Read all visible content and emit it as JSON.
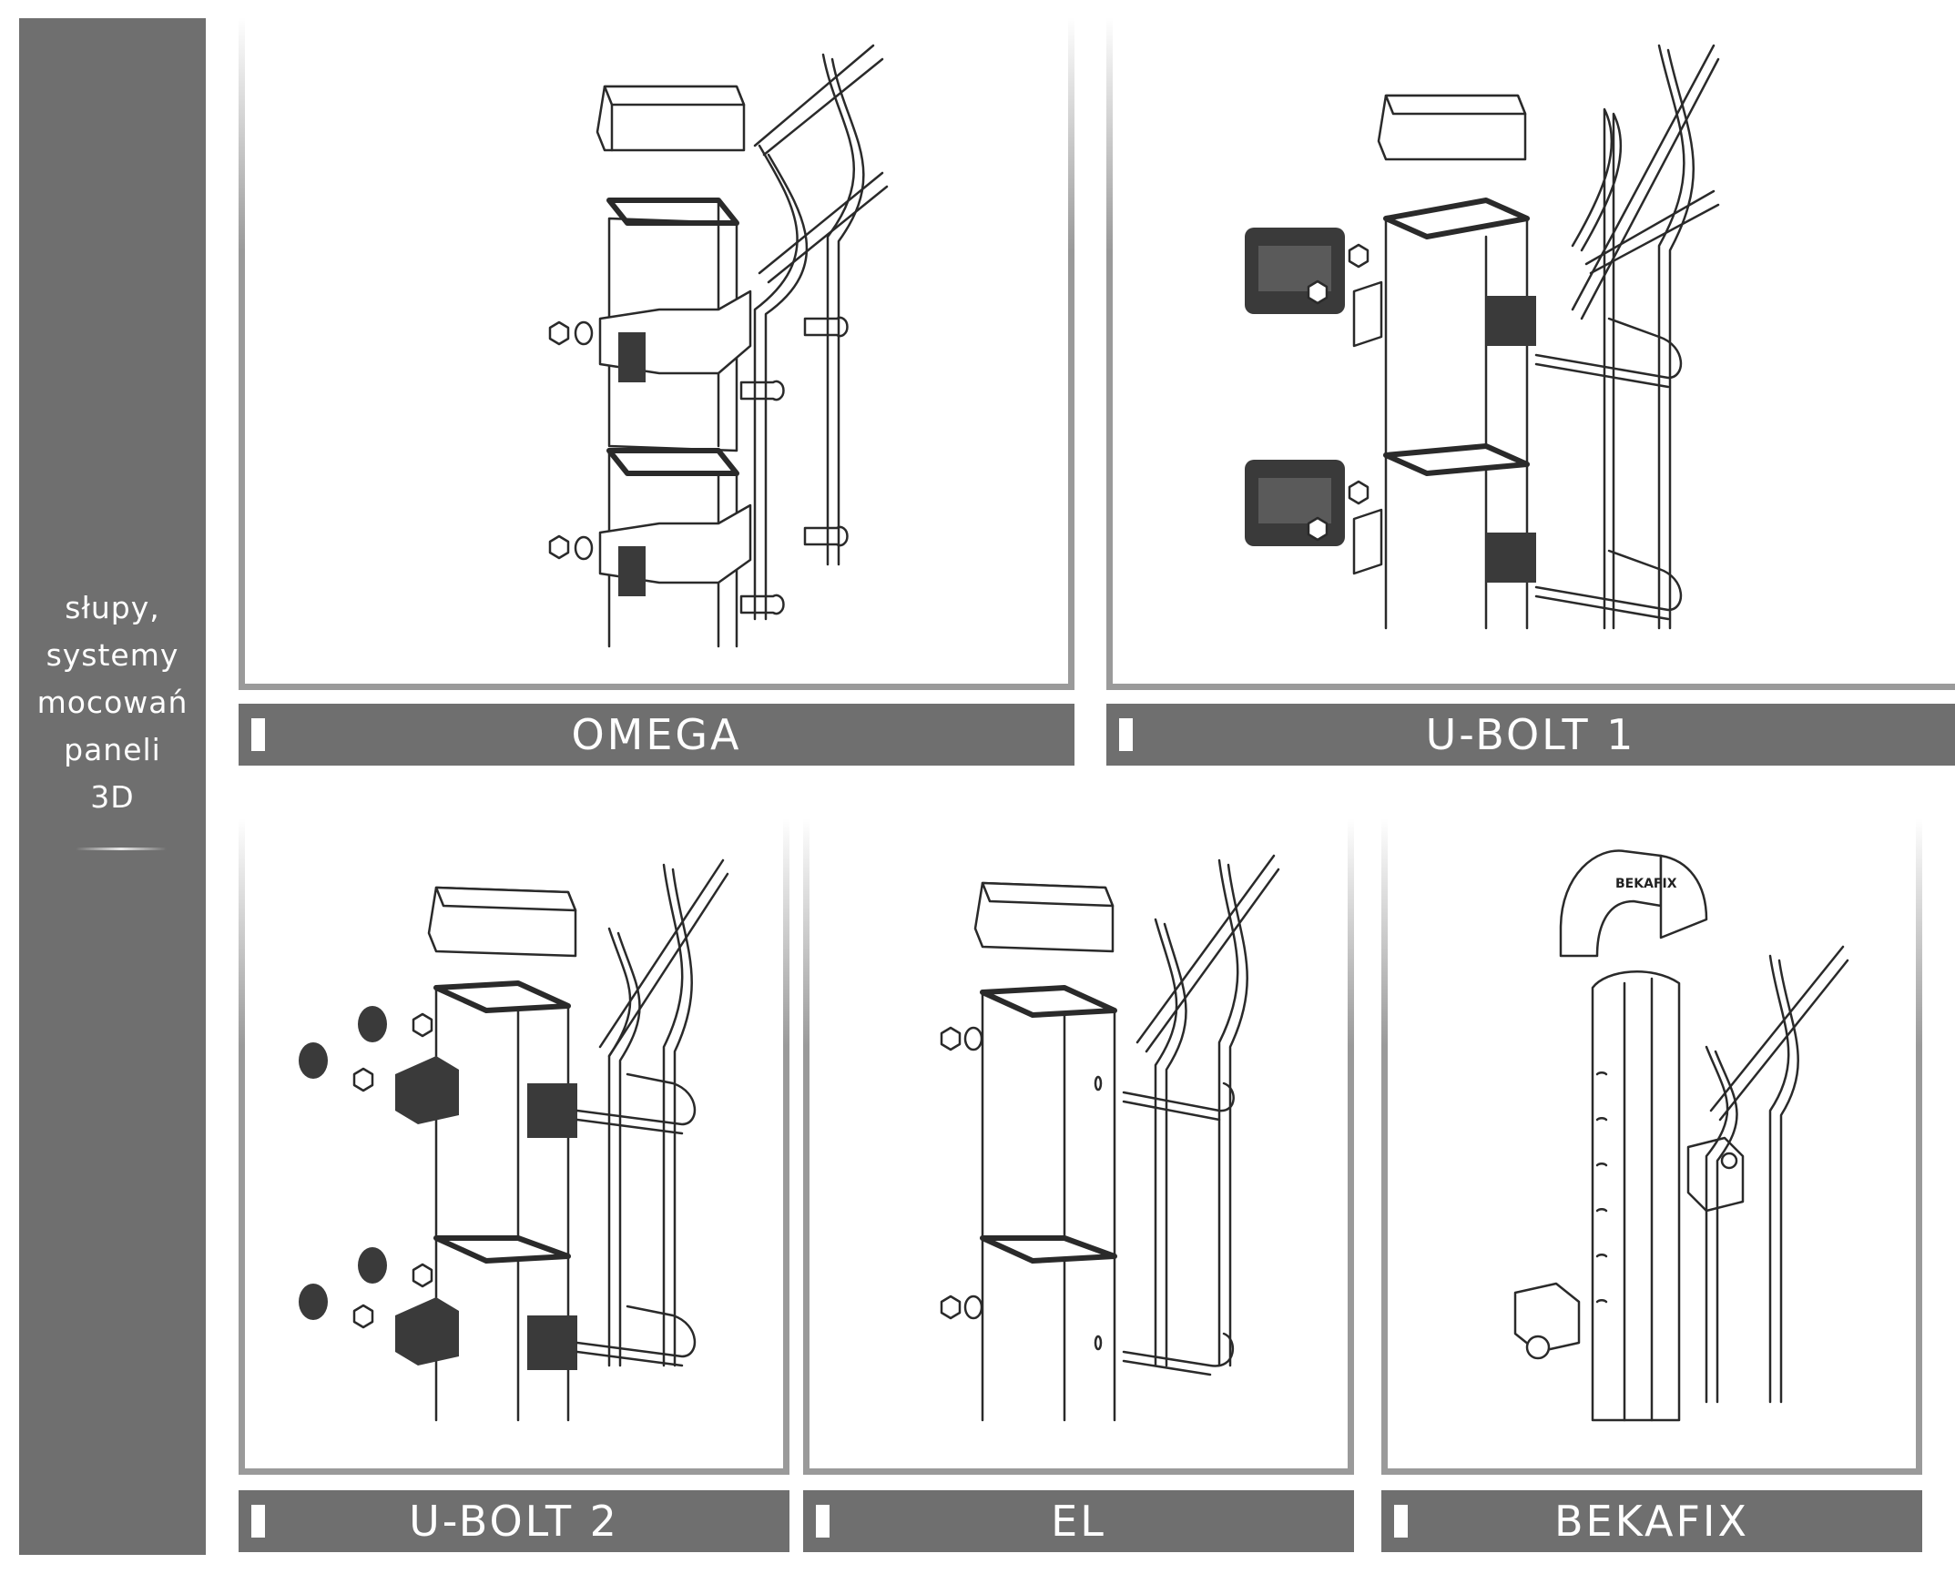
{
  "sidebar": {
    "caption_lines": [
      "słupy,",
      "systemy",
      "mocowań",
      "paneli",
      "3D"
    ]
  },
  "panels": [
    {
      "id": "omega",
      "label": "OMEGA"
    },
    {
      "id": "ubolt1",
      "label": "U-BOLT 1"
    },
    {
      "id": "ubolt2",
      "label": "U-BOLT 2"
    },
    {
      "id": "el",
      "label": "EL"
    },
    {
      "id": "bekafix",
      "label": "BEKAFIX",
      "clip_inscription": "BEKAFIX"
    }
  ],
  "colors": {
    "sidebar": "#6f6f6f",
    "label_bar": "#6f6f6f",
    "panel_border": "#9a9a9a",
    "label_text": "#ffffff"
  }
}
